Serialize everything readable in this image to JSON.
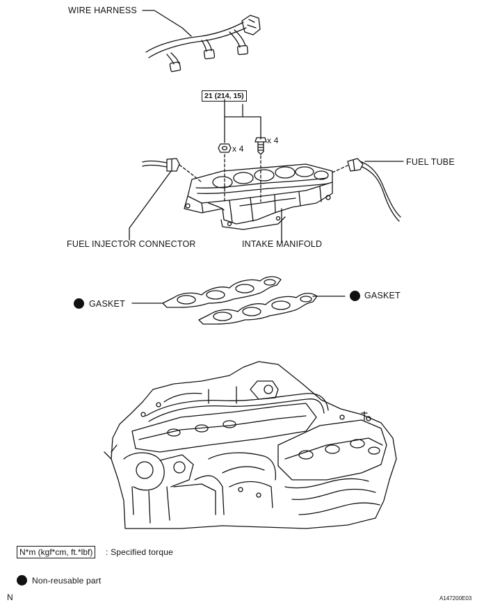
{
  "labels": {
    "wire_harness": "WIRE HARNESS",
    "torque_spec": "21 (214, 15)",
    "nut_qty": "x 4",
    "bolt_qty": "x 4",
    "fuel_tube": "FUEL TUBE",
    "fuel_injector_connector": "FUEL INJECTOR CONNECTOR",
    "intake_manifold": "INTAKE MANIFOLD",
    "gasket_left": "GASKET",
    "gasket_right": "GASKET"
  },
  "legend": {
    "torque_unit_box": "N*m (kgf*cm, ft.*lbf)",
    "torque_description": ": Specified torque",
    "nonreusable_description": "Non-reusable part"
  },
  "footer": {
    "left_mark": "N",
    "figure_code": "A147200E03"
  },
  "colors": {
    "ink": "#111111",
    "background": "#ffffff"
  }
}
